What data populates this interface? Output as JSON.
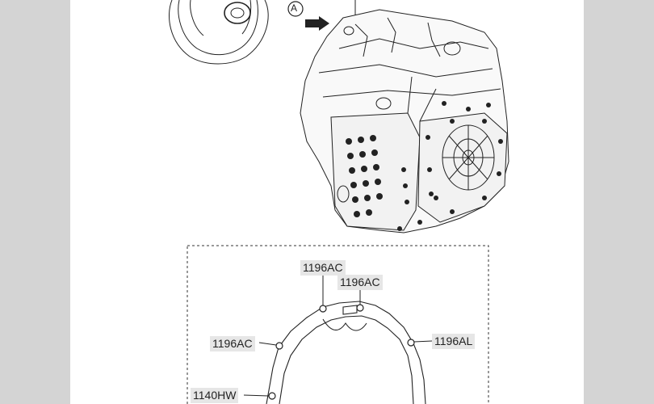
{
  "diagram": {
    "view_marker": "A",
    "part_labels": [
      {
        "id": "label-1",
        "text": "1196AC"
      },
      {
        "id": "label-2",
        "text": "1196AC"
      },
      {
        "id": "label-3",
        "text": "1196AC"
      },
      {
        "id": "label-4",
        "text": "1196AL"
      },
      {
        "id": "label-5",
        "text": "1140HW"
      }
    ]
  }
}
